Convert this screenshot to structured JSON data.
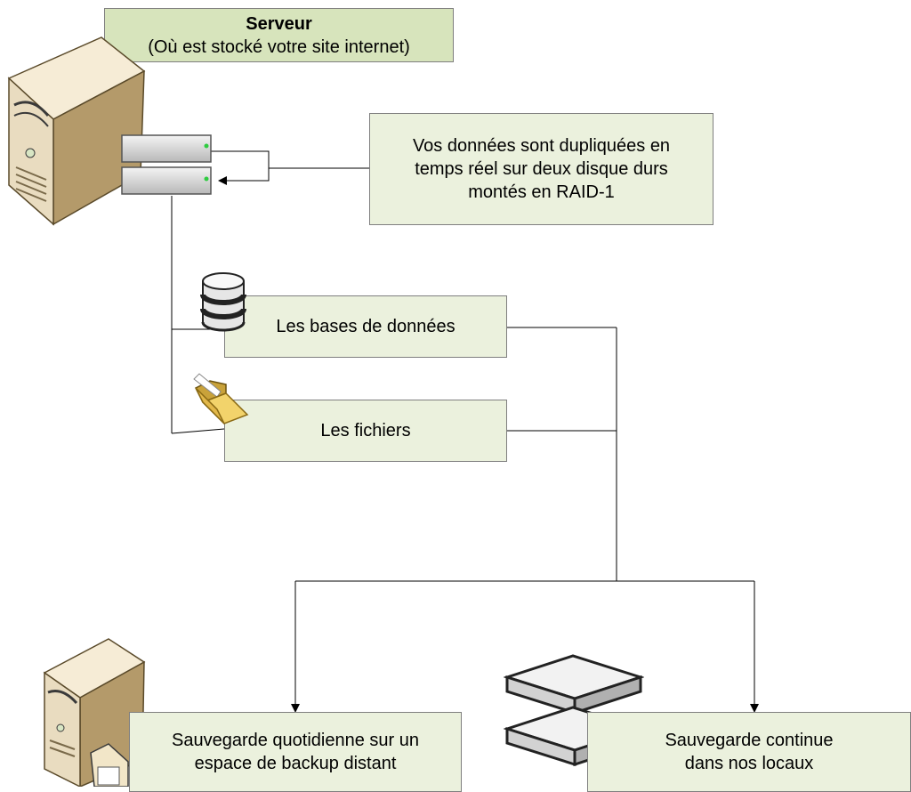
{
  "server_box": {
    "title": "Serveur",
    "subtitle": "(Où est stocké votre site internet)"
  },
  "raid_note": {
    "lines": [
      "Vos données sont dupliquées en",
      "temps réel sur deux disque durs",
      "montés en RAID-1"
    ]
  },
  "databases_box": {
    "label": "Les bases de données"
  },
  "files_box": {
    "label": "Les fichiers"
  },
  "backup_remote_box": {
    "lines": [
      "Sauvegarde quotidienne sur un",
      "espace de backup distant"
    ]
  },
  "backup_local_box": {
    "lines": [
      "Sauvegarde continue",
      "dans nos locaux"
    ]
  },
  "colors": {
    "box_fill": "#ebf1dd",
    "server_box_fill": "#d7e4bc",
    "border": "#7f7f7f",
    "tower_beige": "#e9dcc0"
  },
  "icons": [
    "server-tower-icon",
    "raid-disks-icon",
    "database-icon",
    "folder-icon",
    "backup-server-icon",
    "local-storage-icon"
  ]
}
